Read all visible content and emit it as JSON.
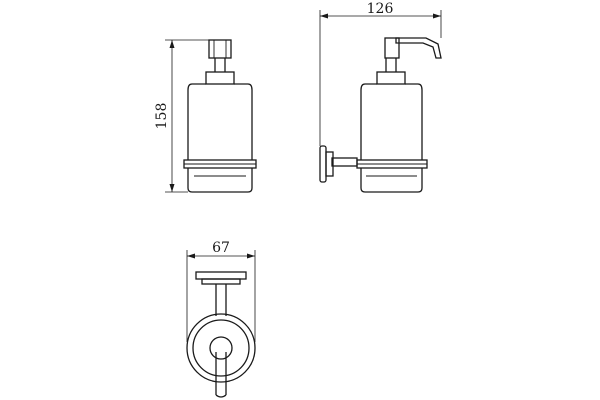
{
  "dimensions": {
    "height": "158",
    "depth": "126",
    "width": "67"
  }
}
